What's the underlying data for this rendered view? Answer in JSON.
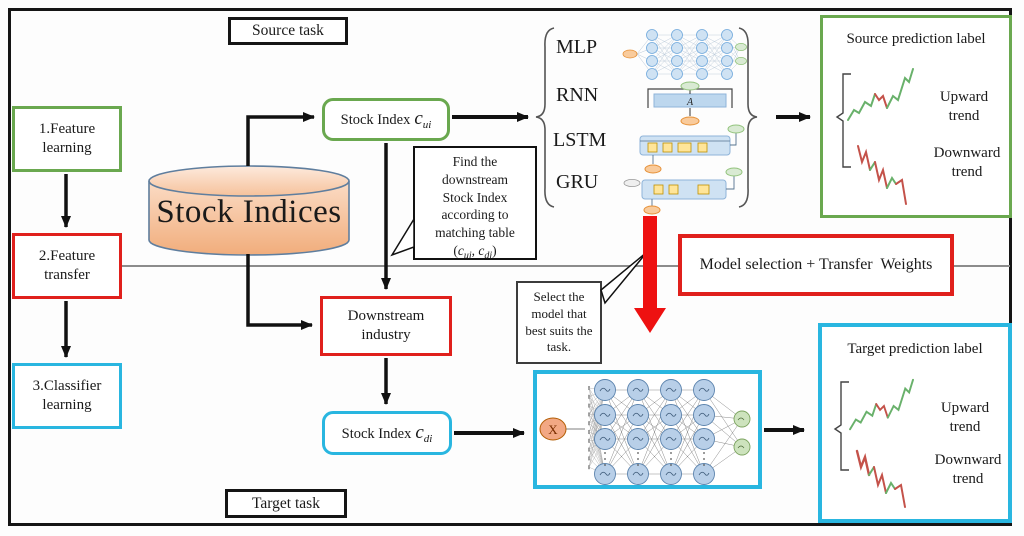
{
  "banners": {
    "source": "Source task",
    "target": "Target task"
  },
  "steps": [
    {
      "label": "1.Feature learning"
    },
    {
      "label": "2.Feature transfer"
    },
    {
      "label": "3.Classifier learning"
    }
  ],
  "database": {
    "label": "Stock Indices"
  },
  "stock_index_ui": {
    "label": "Stock Index",
    "var": "c",
    "sub": "ui"
  },
  "downstream": {
    "label": "Downstream industry"
  },
  "stock_index_di": {
    "label": "Stock Index",
    "var": "c",
    "sub": "di"
  },
  "find_callout": {
    "lines": [
      "Find the",
      "downstream",
      "Stock Index",
      "according to",
      "matching table"
    ],
    "formula": {
      "p1": "(",
      "v1": "c",
      "s1": "ui",
      "p2": ", ",
      "v2": "c",
      "s2": "di",
      "p3": ")"
    }
  },
  "select_callout": {
    "text": "Select the model that best suits the task."
  },
  "models": [
    {
      "name": "MLP"
    },
    {
      "name": "RNN"
    },
    {
      "name": "LSTM"
    },
    {
      "name": "GRU"
    }
  ],
  "model_selection": {
    "label": "Model selection + Transfer  Weights"
  },
  "source_prediction": {
    "title": "Source prediction label",
    "up": "Upward trend",
    "down": "Downward trend"
  },
  "target_prediction": {
    "title": "Target prediction label",
    "up": "Upward trend",
    "down": "Downward trend"
  },
  "network": {
    "input": "X"
  },
  "colors": {
    "green": "#6aa84f",
    "red": "#e0201c",
    "cyan": "#29b6e0",
    "arrow_red": "#ee1111",
    "peach": "#f5bb92"
  }
}
